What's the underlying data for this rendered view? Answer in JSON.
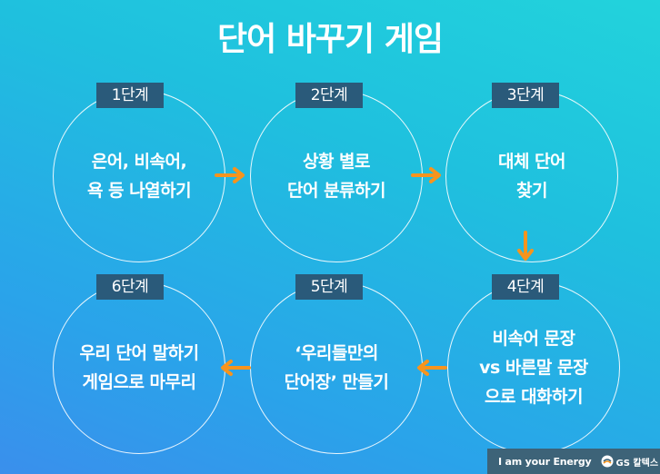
{
  "title": "단어 바꾸기 게임",
  "steps": [
    {
      "label": "1단계",
      "lines": [
        "은어, 비속어,",
        "욕 등 나열하기"
      ]
    },
    {
      "label": "2단계",
      "lines": [
        "상황 별로",
        "단어 분류하기"
      ]
    },
    {
      "label": "3단계",
      "lines": [
        "대체 단어",
        "찾기"
      ]
    },
    {
      "label": "4단계",
      "lines": [
        "비속어 문장",
        "vs 바른말 문장",
        "으로 대화하기"
      ]
    },
    {
      "label": "5단계",
      "lines": [
        "‘우리들만의",
        "단어장’ 만들기"
      ]
    },
    {
      "label": "6단계",
      "lines": [
        "우리 단어 말하기",
        "게임으로 마무리"
      ]
    }
  ],
  "footer": {
    "slogan": "I am your Energy",
    "brand": "GS 칼텍스"
  },
  "colors": {
    "arrow": "#f7941d",
    "label_bg": "#2a5a7a",
    "footer_bg": "#3d6378"
  }
}
